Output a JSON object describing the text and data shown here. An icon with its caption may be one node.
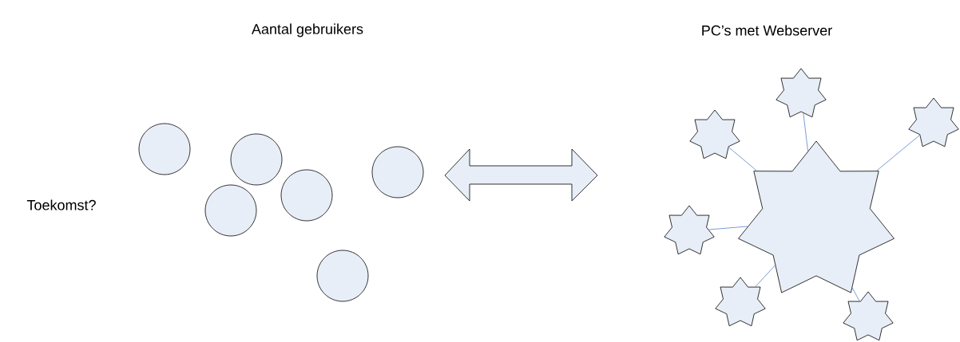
{
  "diagram": {
    "nodes": [
      {
        "text": [],
        "shape": "circle"
      },
      {
        "text": [],
        "shape": "circle"
      },
      {
        "text": [],
        "shape": "circle"
      },
      {
        "text": [],
        "shape": "circle"
      },
      {
        "text": [],
        "shape": "circle"
      },
      {
        "text": [],
        "shape": "circle"
      },
      {
        "text": [],
        "shape": "star"
      },
      {
        "text": [],
        "shape": "star"
      },
      {
        "text": [],
        "shape": "star"
      },
      {
        "text": [],
        "shape": "star"
      },
      {
        "text": [],
        "shape": "star"
      },
      {
        "text": [],
        "shape": "star"
      },
      {
        "text": [],
        "shape": "star"
      }
    ],
    "edges": [
      {
        "from": 7,
        "to": 6,
        "arrow": "none",
        "color": "#4472c4"
      },
      {
        "from": 8,
        "to": 6,
        "arrow": "none",
        "color": "#4472c4"
      },
      {
        "from": 9,
        "to": 6,
        "arrow": "none",
        "color": "#4472c4"
      },
      {
        "from": 10,
        "to": 6,
        "arrow": "none",
        "color": "#4472c4"
      },
      {
        "from": 11,
        "to": 6,
        "arrow": "none",
        "color": "#4472c4"
      },
      {
        "from": 12,
        "to": 6,
        "arrow": "none",
        "color": "#4472c4"
      }
    ],
    "labels": [
      "Aantal gebruikers",
      "PC’s met Webserver",
      "Toekomst?"
    ]
  }
}
